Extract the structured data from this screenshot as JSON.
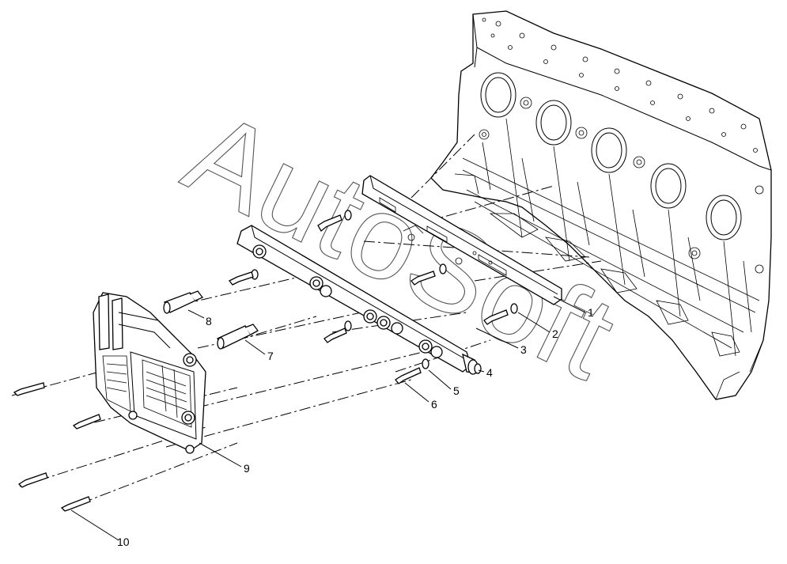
{
  "watermark": "AutoSoft",
  "callouts": [
    {
      "id": "1",
      "text": "1"
    },
    {
      "id": "2",
      "text": "2"
    },
    {
      "id": "3",
      "text": "3"
    },
    {
      "id": "4",
      "text": "4"
    },
    {
      "id": "5",
      "text": "5"
    },
    {
      "id": "6",
      "text": "6"
    },
    {
      "id": "7",
      "text": "7"
    },
    {
      "id": "8",
      "text": "8"
    },
    {
      "id": "9",
      "text": "9"
    },
    {
      "id": "10",
      "text": "10"
    }
  ]
}
